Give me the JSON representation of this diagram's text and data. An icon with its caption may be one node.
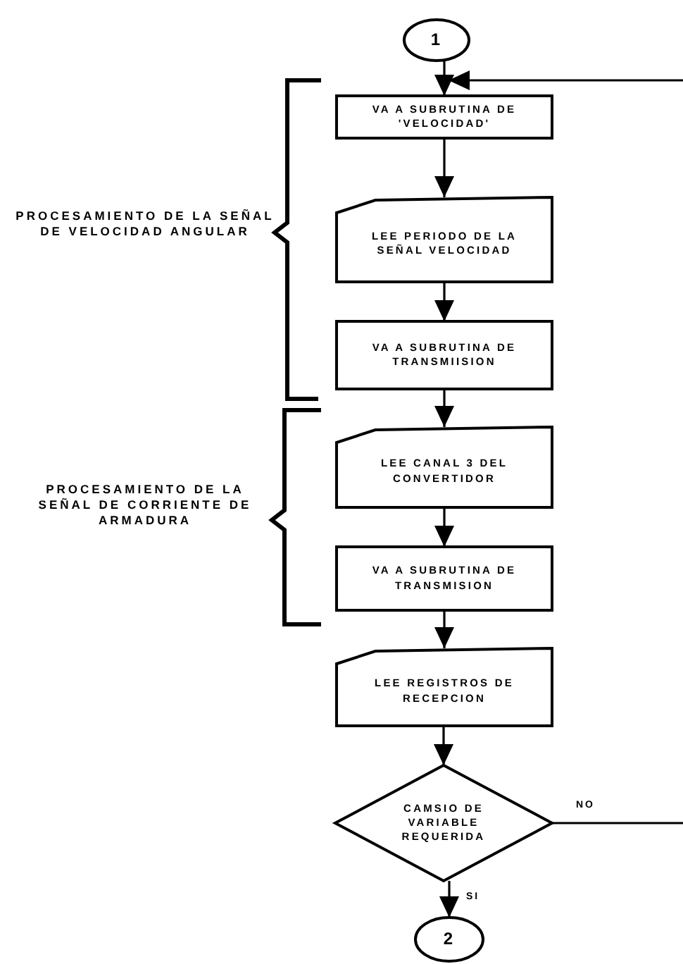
{
  "diagram": {
    "nodes": [
      {
        "text": [
          "1"
        ]
      },
      {
        "text": [
          "VA A SUBRUTINA DE 'VELOCIDAD'"
        ]
      },
      {
        "text": [
          "LEE PERIODO DE LA SEÑAL VELOCIDAD"
        ]
      },
      {
        "text": [
          "VA A SUBRUTINA DE TRANSMIISION"
        ]
      },
      {
        "text": [
          "LEE CANAL 3 DEL CONVERTIDOR"
        ]
      },
      {
        "text": [
          "VA A SUBRUTINA DE TRANSMISION"
        ]
      },
      {
        "text": [
          "LEE REGISTROS DE RECEPCION"
        ]
      },
      {
        "text": [
          "CAMSIO DE VARIABLE REQUERIDA"
        ]
      },
      {
        "text": [
          "2"
        ]
      }
    ],
    "edges": [
      {
        "from": 0,
        "to": 1,
        "arrow": "to"
      },
      {
        "from": 1,
        "to": 2,
        "arrow": "to"
      },
      {
        "from": 2,
        "to": 3,
        "arrow": "to"
      },
      {
        "from": 3,
        "to": 4,
        "arrow": "to"
      },
      {
        "from": 4,
        "to": 5,
        "arrow": "to"
      },
      {
        "from": 5,
        "to": 6,
        "arrow": "to"
      },
      {
        "from": 6,
        "to": 7,
        "arrow": "to"
      },
      {
        "from": 7,
        "to": 8,
        "arrow": "to",
        "label": "SI"
      },
      {
        "from": 7,
        "to": null,
        "arrow": "none",
        "label": "NO"
      },
      {
        "from": null,
        "to": 1,
        "arrow": "to"
      }
    ],
    "labels": [
      "PROCESAMIENTO DE LA SEÑAL DE VELOCIDAD ANGULAR",
      "PROCESAMIENTO DE LA SEÑAL DE CORRIENTE DE ARMADURA"
    ]
  }
}
